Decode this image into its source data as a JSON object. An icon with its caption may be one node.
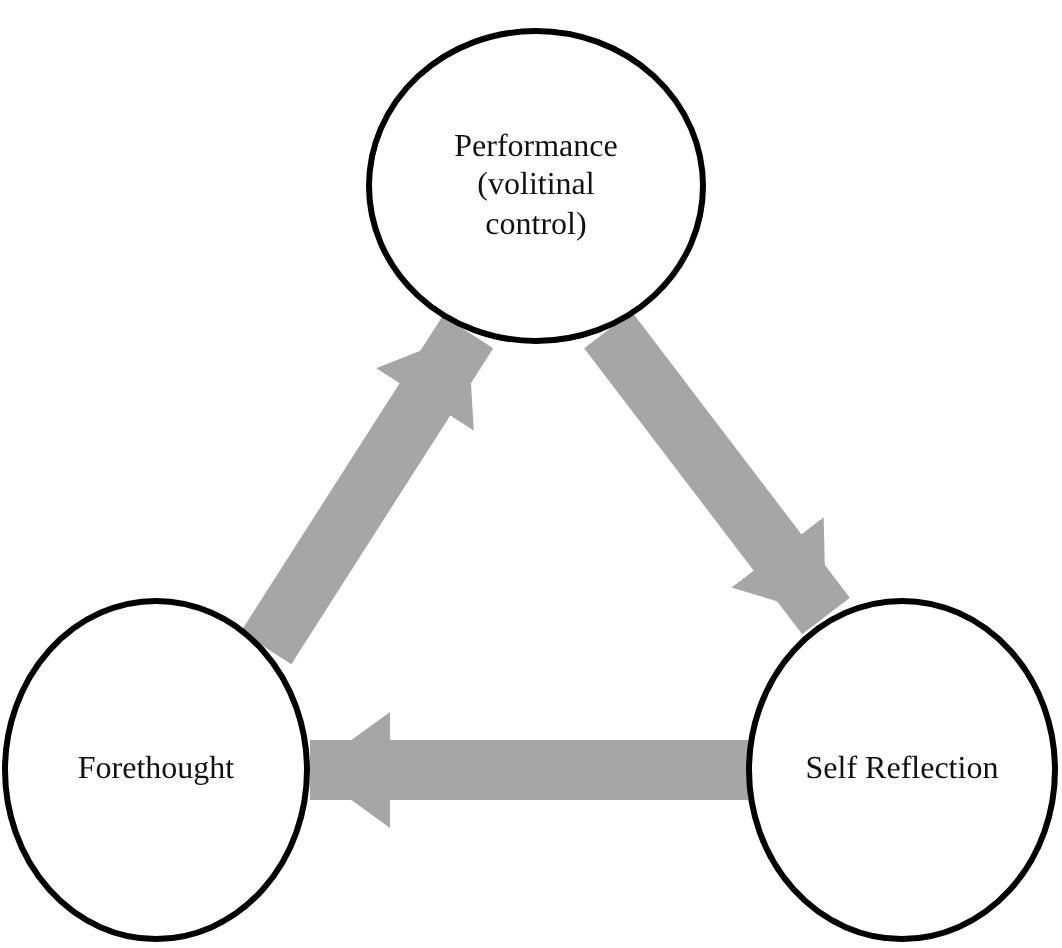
{
  "diagram": {
    "nodes": [
      {
        "text": [
          "Performance (volitinal control)"
        ]
      },
      {
        "text": [
          "Self Reflection"
        ]
      },
      {
        "text": [
          "Forethought"
        ]
      }
    ],
    "edges": [
      {
        "from": 2,
        "to": 0,
        "arrow": "to"
      },
      {
        "from": 0,
        "to": 1,
        "arrow": "to"
      },
      {
        "from": 1,
        "to": 2,
        "arrow": "to"
      }
    ]
  }
}
